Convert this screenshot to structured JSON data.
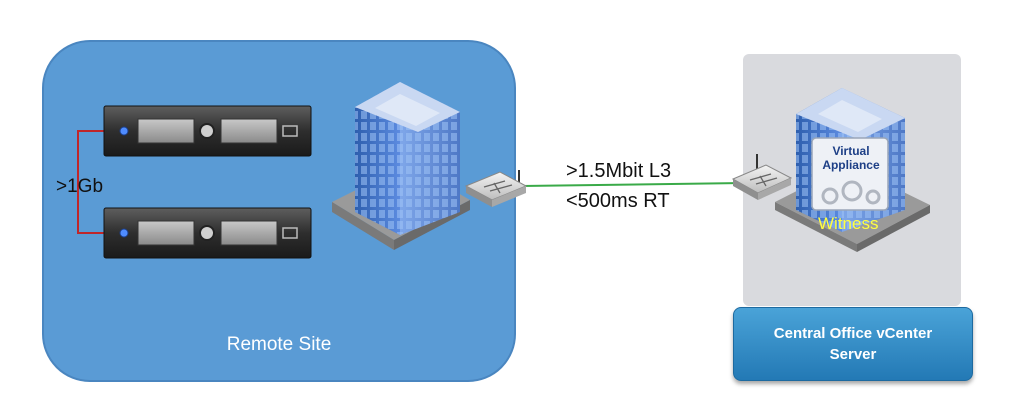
{
  "remote_site": {
    "label": "Remote Site"
  },
  "interconnect": {
    "label": ">1Gb"
  },
  "link": {
    "bandwidth": ">1.5Mbit L3",
    "latency": "<500ms RT"
  },
  "witness": {
    "appliance_line1": "Virtual",
    "appliance_line2": "Appliance",
    "label": "Witness"
  },
  "central_office": {
    "label": "Central Office vCenter Server"
  },
  "colors": {
    "remote_site_fill": "#5a9bd5",
    "interconnect_cable": "#c0262a",
    "wan_link": "#3aaa48",
    "witness_text": "#ffff40",
    "vcenter_button": "#2b86c4"
  }
}
